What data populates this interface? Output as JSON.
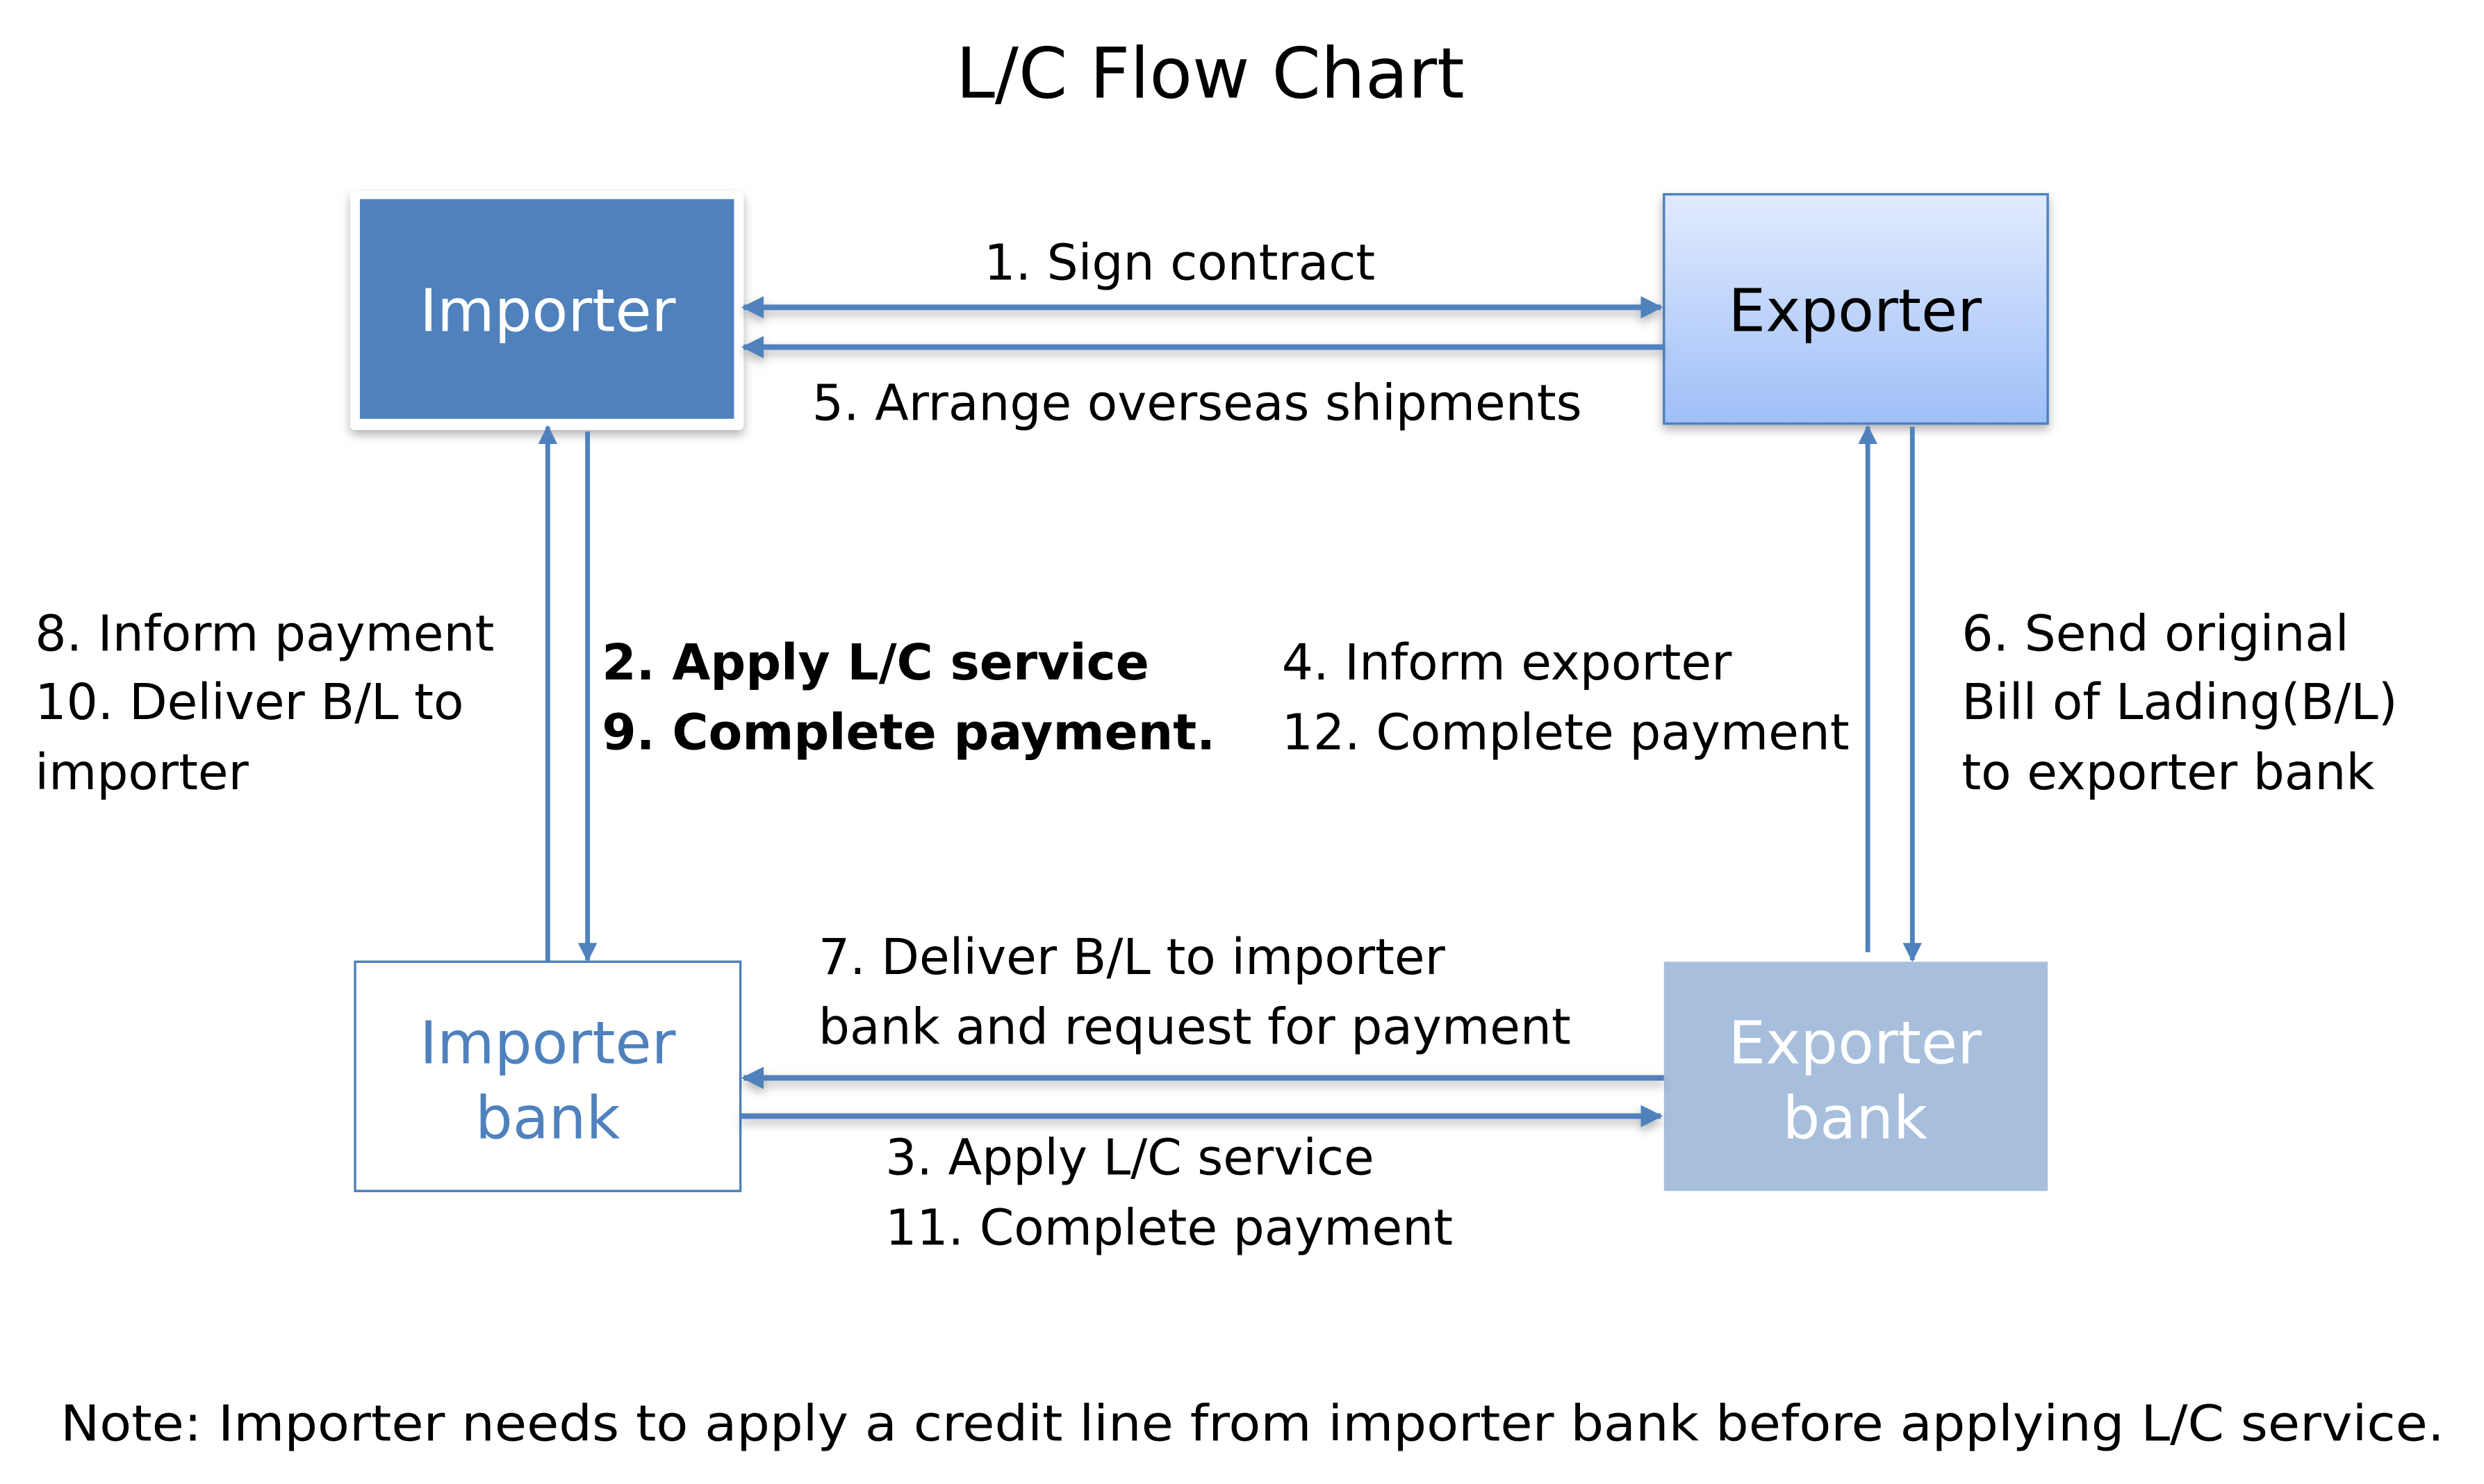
{
  "title": "L/C Flow Chart",
  "colors": {
    "accent": "#4f81bd",
    "exporter_top": "#e1ebfe",
    "exporter_bottom": "#9fbff8",
    "exporter_bank": "#a7bfdd"
  },
  "nodes": {
    "importer": "Importer",
    "exporter": "Exporter",
    "importer_bank": [
      "Importer",
      "bank"
    ],
    "exporter_bank": [
      "Exporter",
      "bank"
    ]
  },
  "labels": {
    "step1": "1. Sign contract",
    "step5": "5. Arrange overseas shipments",
    "left": [
      "8. Inform payment",
      "10. Deliver B/L to",
      "importer"
    ],
    "bold": [
      "2. Apply L/C service",
      "9. Complete payment."
    ],
    "middle": [
      "4. Inform exporter",
      "12. Complete payment"
    ],
    "right": [
      "6. Send original",
      "Bill of Lading(B/L)",
      "to exporter bank"
    ],
    "step7": [
      "7. Deliver B/L to importer",
      "bank and request for payment"
    ],
    "step3": [
      "3. Apply L/C service",
      "11. Complete payment"
    ]
  },
  "note": "Note: Importer needs to apply a credit line from importer bank before applying L/C service."
}
